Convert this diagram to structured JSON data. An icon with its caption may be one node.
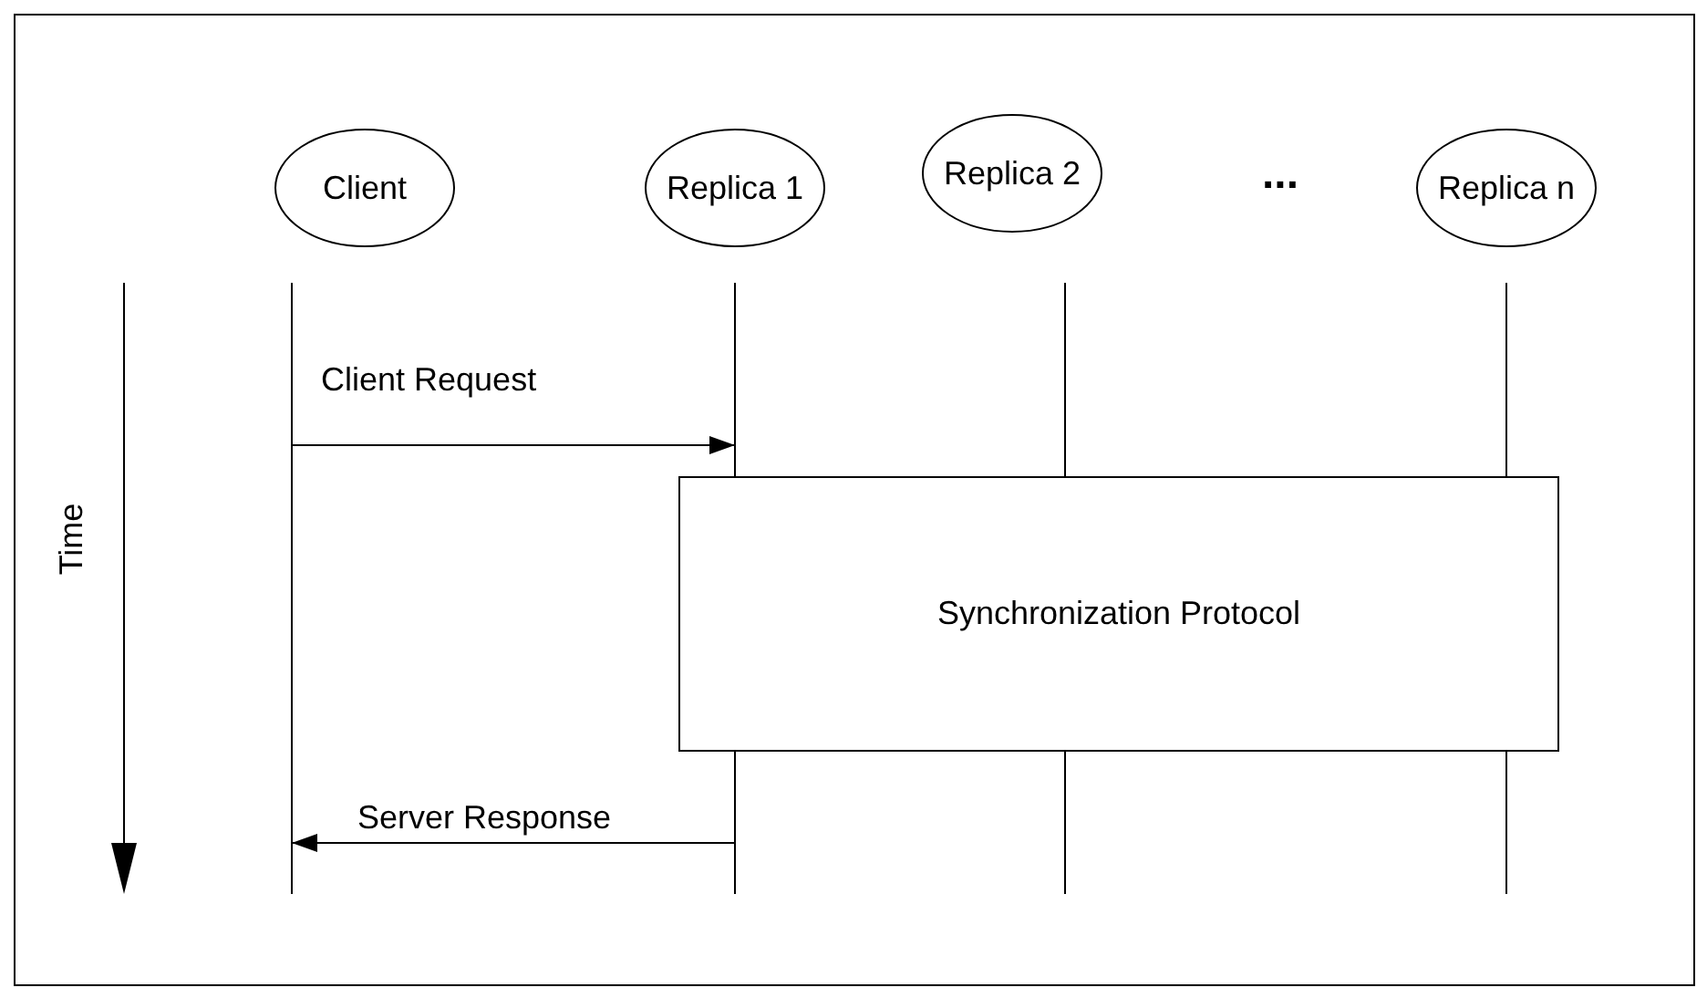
{
  "diagram": {
    "nodes": [
      {
        "text": [
          "Client"
        ]
      },
      {
        "text": [
          "Replica 1"
        ]
      },
      {
        "text": [
          "Replica 2"
        ]
      },
      {
        "text": [
          "Replica n"
        ]
      },
      {
        "text": [
          "Synchronization Protocol"
        ]
      }
    ],
    "edges": [
      {
        "from": 0,
        "to": 1,
        "arrow": "to",
        "label": "Client Request"
      },
      {
        "from": 1,
        "to": 0,
        "arrow": "to",
        "label": "Server Response"
      }
    ],
    "labels": [
      "...",
      "Time"
    ]
  }
}
